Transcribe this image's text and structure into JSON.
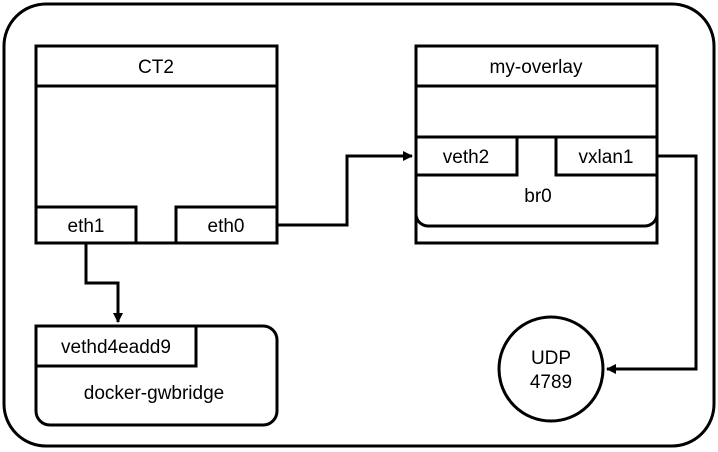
{
  "ct2": {
    "title": "CT2",
    "eth1": "eth1",
    "eth0": "eth0"
  },
  "overlay": {
    "title": "my-overlay",
    "veth2": "veth2",
    "vxlan1": "vxlan1",
    "bridge": "br0"
  },
  "gwbridge": {
    "iface": "vethd4eadd9",
    "name": "docker-gwbridge"
  },
  "udp": {
    "line1": "UDP",
    "line2": "4789"
  },
  "colors": {
    "stroke": "#000000",
    "background": "#ffffff"
  }
}
